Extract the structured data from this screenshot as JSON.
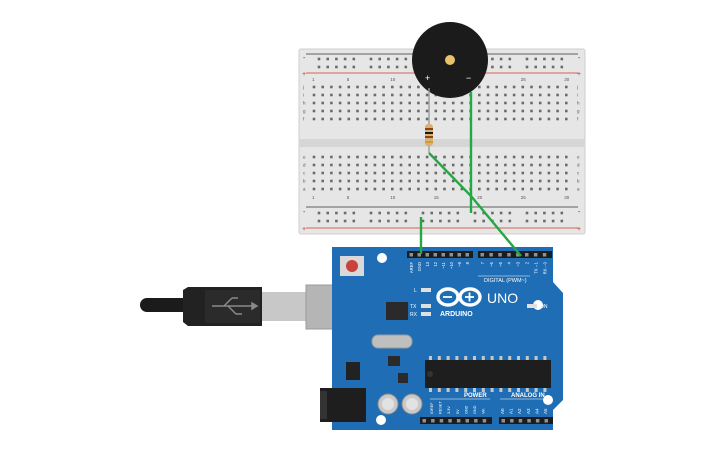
{
  "breadboard": {
    "rail_plus": "+",
    "rail_minus": "-",
    "row_letters_top": [
      "j",
      "i",
      "h",
      "g",
      "f"
    ],
    "row_letters_bottom": [
      "e",
      "d",
      "c",
      "b",
      "a"
    ],
    "column_numbers": [
      "1",
      "",
      "",
      "",
      "5",
      "",
      "",
      "",
      "",
      "10",
      "",
      "",
      "",
      "",
      "15",
      "",
      "",
      "",
      "",
      "20",
      "",
      "",
      "",
      "",
      "25",
      "",
      "",
      "",
      "",
      "30"
    ]
  },
  "buzzer": {
    "plus_label": "+",
    "minus_label": "−"
  },
  "arduino": {
    "logo_text": "ARDUINO",
    "model_label": "UNO",
    "digital_header_label": "DIGITAL (PWM~)",
    "power_header_label": "POWER",
    "analog_header_label": "ANALOG IN",
    "led_l_label": "L",
    "led_tx_label": "TX",
    "led_rx_label": "RX",
    "led_on_label": "ON",
    "digital_pins": [
      "AREF",
      "GND",
      "13",
      "12",
      "~11",
      "~10",
      "~9",
      "8",
      "7",
      "~6",
      "~5",
      "4",
      "~3",
      "2",
      "TX→1",
      "RX←0"
    ],
    "power_pins": [
      "IOREF",
      "RESET",
      "3.3V",
      "5V",
      "GND",
      "GND",
      "Vin"
    ],
    "analog_pins": [
      "A0",
      "A1",
      "A2",
      "A3",
      "A4",
      "A5"
    ]
  },
  "colors": {
    "board_blue": "#1f6db4",
    "breadboard_body": "#e6e6e6",
    "wire_green": "#25a745",
    "rail_red": "#d0342c",
    "rail_dark": "#333333",
    "buzzer_black": "#1b1b1b",
    "buzzer_center": "#e8c36b"
  }
}
